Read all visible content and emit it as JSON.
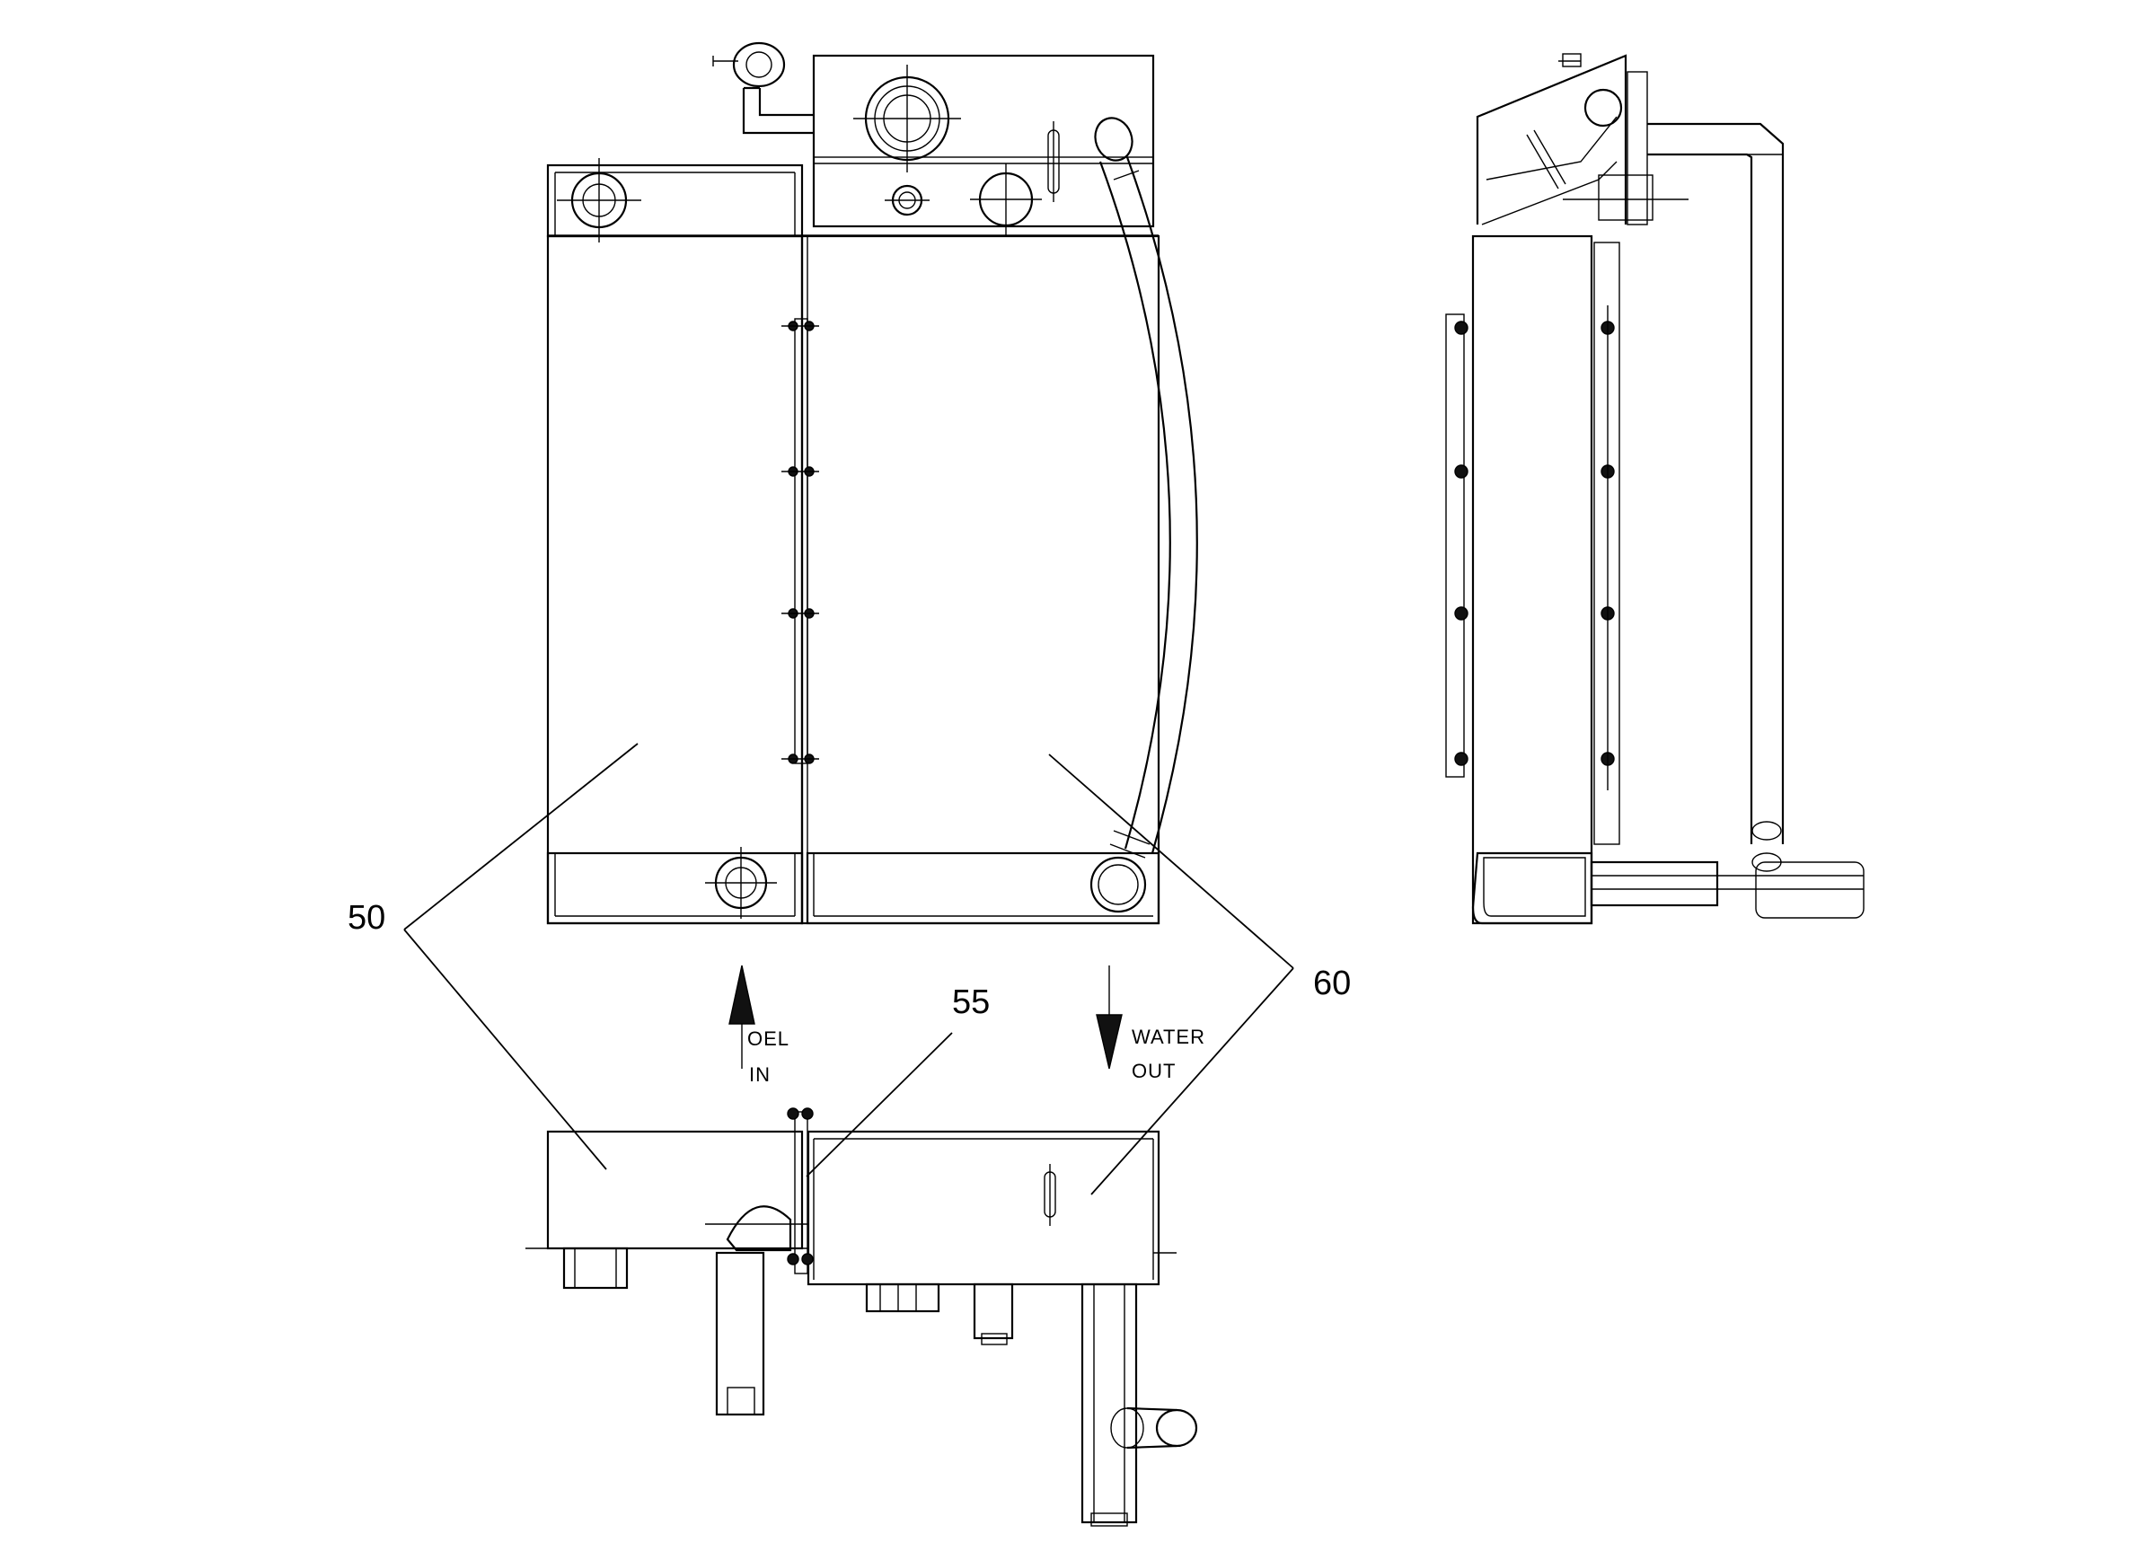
{
  "callouts": {
    "oil_cooler": "50",
    "bracket": "55",
    "water_radiator": "60"
  },
  "flow_labels": {
    "oil_in_line1": "OEL",
    "oil_in_line2": "IN",
    "water_out_line1": "WATER",
    "water_out_line2": "OUT"
  }
}
